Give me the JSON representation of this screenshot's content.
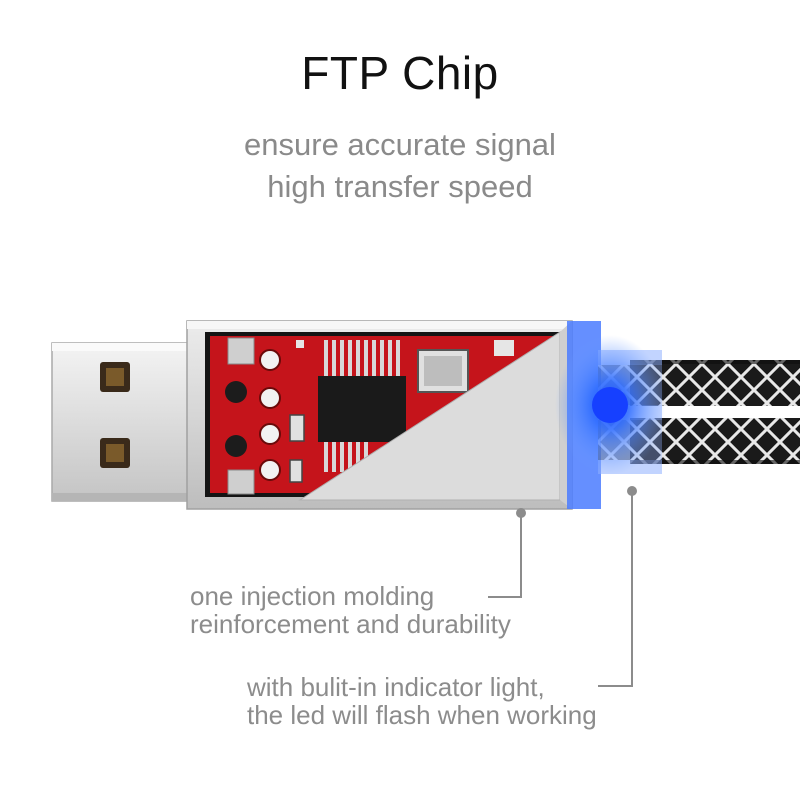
{
  "header": {
    "title": "FTP Chip",
    "subtitle_line_1": "ensure accurate signal",
    "subtitle_line_2": "high transfer speed"
  },
  "callouts": [
    {
      "line_1": "one injection molding",
      "line_2": "reinforcement and durability"
    },
    {
      "line_1": "with bulit-in indicator light,",
      "line_2": "the led will flash when working"
    }
  ],
  "colors": {
    "pcb": "#c5141b",
    "led": "#2f6dff",
    "housing": "#d9d9d9",
    "text_gray": "#8c8c8c"
  }
}
